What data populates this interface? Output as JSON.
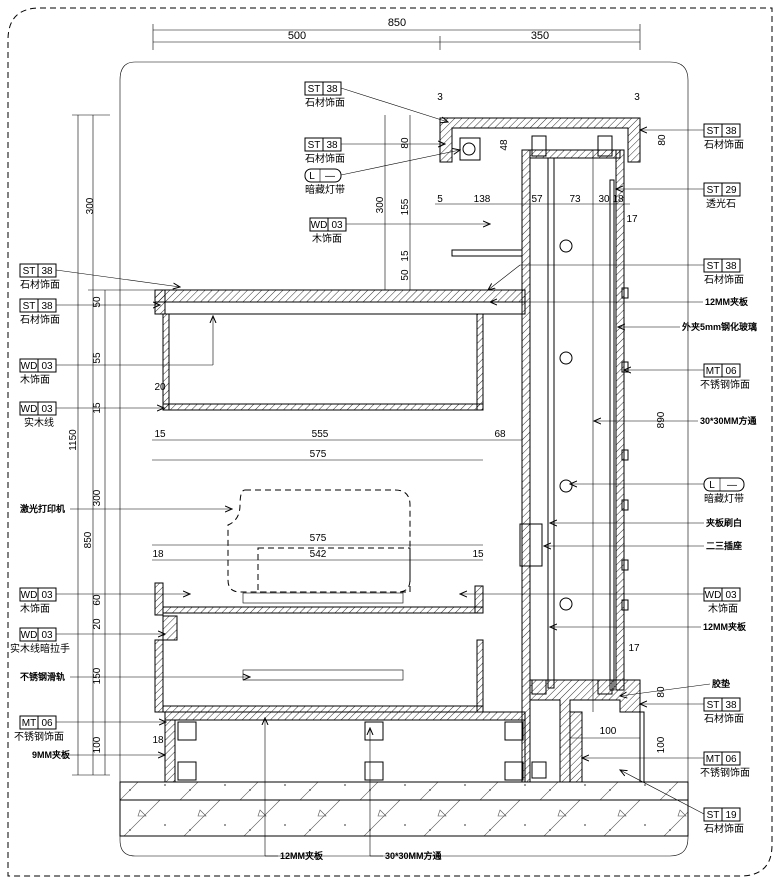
{
  "dims": {
    "total_width": "850",
    "left_width": "500",
    "right_width": "350",
    "top_3_left": "3",
    "top_3_right": "3",
    "d80_top": "80",
    "d48": "48",
    "d80_right": "80",
    "d300_left": "300",
    "d300_mid": "300",
    "d155": "155",
    "d5": "5",
    "d138": "138",
    "d57": "57",
    "d73": "73",
    "d30": "30",
    "d18_top": "18",
    "d17_top": "17",
    "d15_shelf": "15",
    "d50_mid": "50",
    "d50_left": "50",
    "d55": "55",
    "d20_a": "20",
    "d15_a": "15",
    "d15_b": "15",
    "d555": "555",
    "d68": "68",
    "d575_a": "575",
    "d1150": "1150",
    "d890": "890",
    "d300_low": "300",
    "d850_v": "850",
    "d575_b": "575",
    "d18_b": "18",
    "d542": "542",
    "d15_c": "15",
    "d60": "60",
    "d20_b": "20",
    "d150": "150",
    "d18_c": "18",
    "d100_left": "100",
    "d17_low": "17",
    "d80_low": "80",
    "d100_foot": "100",
    "d100_right": "100"
  },
  "tags": {
    "st38_a": {
      "code": "ST",
      "num": "38",
      "desc": "石材饰面"
    },
    "st38_b": {
      "code": "ST",
      "num": "38",
      "desc": "石材饰面"
    },
    "l_a": {
      "code": "L",
      "num": "—",
      "desc": "暗藏灯带"
    },
    "wd03_a": {
      "code": "WD",
      "num": "03",
      "desc": "木饰面"
    },
    "st38_c": {
      "code": "ST",
      "num": "38",
      "desc": "石材饰面"
    },
    "st29": {
      "code": "ST",
      "num": "29",
      "desc": "透光石"
    },
    "st38_d": {
      "code": "ST",
      "num": "38",
      "desc": "石材饰面"
    },
    "st38_e": {
      "code": "ST",
      "num": "38",
      "desc": "石材饰面"
    },
    "st38_f": {
      "code": "ST",
      "num": "38",
      "desc": "石材饰面"
    },
    "wd03_b": {
      "code": "WD",
      "num": "03",
      "desc": "木饰面"
    },
    "wd03_c": {
      "code": "WD",
      "num": "03",
      "desc": "实木线"
    },
    "mt06_a": {
      "code": "MT",
      "num": "06",
      "desc": "不锈钢饰面"
    },
    "l_b": {
      "code": "L",
      "num": "—",
      "desc": "暗藏灯带"
    },
    "wd03_d": {
      "code": "WD",
      "num": "03",
      "desc": "木饰面"
    },
    "wd03_e": {
      "code": "WD",
      "num": "03",
      "desc": "木饰面"
    },
    "wd03_f": {
      "code": "WD",
      "num": "03",
      "desc": "实木线暗拉手"
    },
    "mt06_b": {
      "code": "MT",
      "num": "06",
      "desc": "不锈钢饰面"
    },
    "st38_g": {
      "code": "ST",
      "num": "38",
      "desc": "石材饰面"
    },
    "mt06_c": {
      "code": "MT",
      "num": "06",
      "desc": "不锈钢饰面"
    },
    "st19": {
      "code": "ST",
      "num": "19",
      "desc": "石材饰面"
    }
  },
  "notes": {
    "ply12_a": "12MM夹板",
    "glass": "外夹5mm钢化玻璃",
    "tube30_a": "30*30MM方通",
    "ply_white": "夹板刷白",
    "socket": "二三插座",
    "ply12_b": "12MM夹板",
    "laser": "激光打印机",
    "rail": "不锈钢滑轨",
    "ply9": "9MM夹板",
    "gasket": "胶垫",
    "ply12_c": "12MM夹板",
    "tube30_b": "30*30MM方通"
  }
}
